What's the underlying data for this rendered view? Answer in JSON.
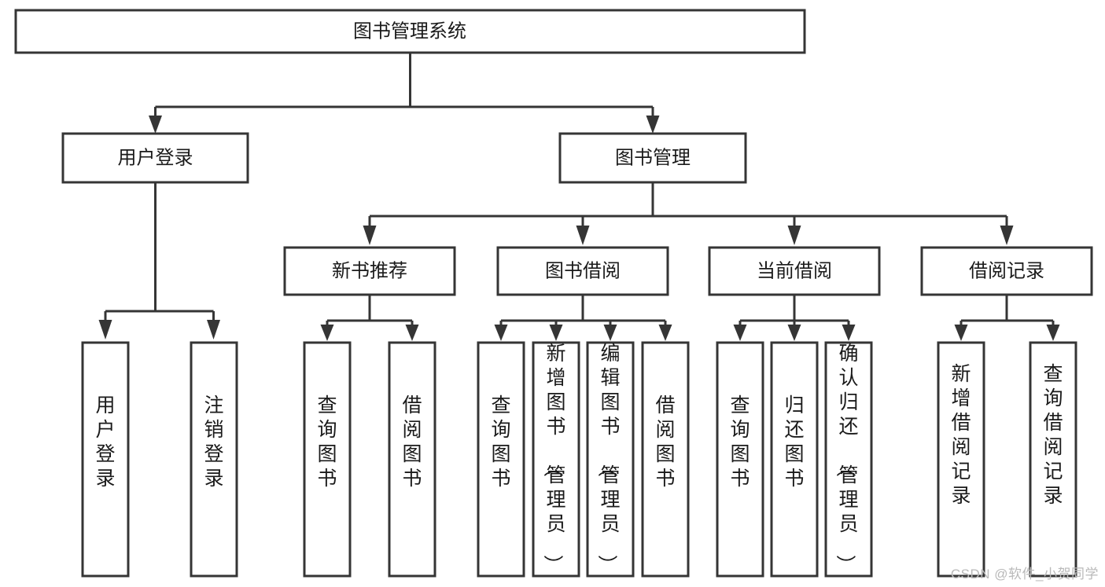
{
  "diagram": {
    "type": "tree-hierarchy-chart",
    "title": "图书管理系统",
    "watermark": "CSDN @软件_小贺同学",
    "colors": {
      "stroke": "#353535",
      "fill": "#ffffff",
      "text": "#1a1a1a",
      "watermark": "#b9b9b9",
      "background": "#ffffff"
    },
    "root": {
      "id": "root",
      "label": "图书管理系统"
    },
    "level2": [
      {
        "id": "user-login",
        "label": "用户登录"
      },
      {
        "id": "book-management",
        "label": "图书管理"
      }
    ],
    "level3": [
      {
        "id": "new-book-recommend",
        "label": "新书推荐",
        "parent": "book-management"
      },
      {
        "id": "book-borrow",
        "label": "图书借阅",
        "parent": "book-management"
      },
      {
        "id": "current-borrow",
        "label": "当前借阅",
        "parent": "book-management"
      },
      {
        "id": "borrow-record",
        "label": "借阅记录",
        "parent": "book-management"
      }
    ],
    "leaves": [
      {
        "id": "leaf-user-login",
        "label": "用户登录",
        "parent": "user-login"
      },
      {
        "id": "leaf-user-logout",
        "label": "注销登录",
        "parent": "user-login"
      },
      {
        "id": "leaf-query-book-1",
        "label": "查询图书",
        "parent": "new-book-recommend"
      },
      {
        "id": "leaf-borrow-book-1",
        "label": "借阅图书",
        "parent": "new-book-recommend"
      },
      {
        "id": "leaf-query-book-2",
        "label": "查询图书",
        "parent": "book-borrow"
      },
      {
        "id": "leaf-add-book",
        "label": "新增图书（管理员）",
        "parent": "book-borrow"
      },
      {
        "id": "leaf-edit-book",
        "label": "编辑图书（管理员）",
        "parent": "book-borrow"
      },
      {
        "id": "leaf-borrow-book-2",
        "label": "借阅图书",
        "parent": "book-borrow"
      },
      {
        "id": "leaf-query-book-3",
        "label": "查询图书",
        "parent": "current-borrow"
      },
      {
        "id": "leaf-return-book",
        "label": "归还图书",
        "parent": "current-borrow"
      },
      {
        "id": "leaf-confirm-return",
        "label": "确认归还（管理员）",
        "parent": "current-borrow"
      },
      {
        "id": "leaf-add-record",
        "label": "新增借阅记录",
        "parent": "borrow-record"
      },
      {
        "id": "leaf-query-record",
        "label": "查询借阅记录",
        "parent": "borrow-record"
      }
    ]
  }
}
